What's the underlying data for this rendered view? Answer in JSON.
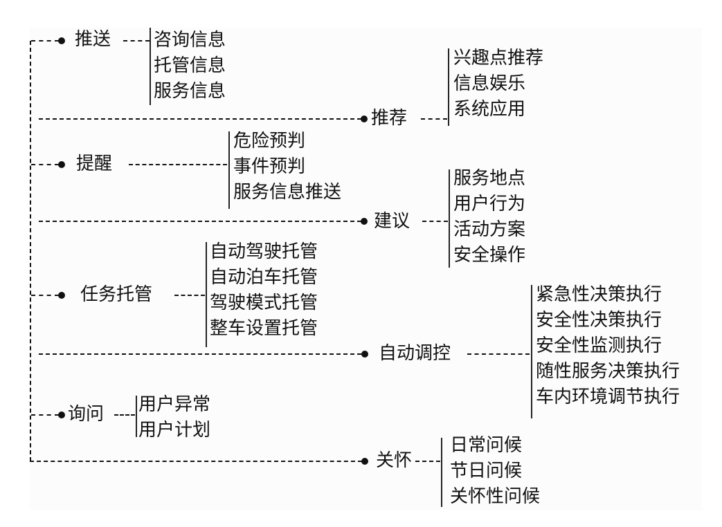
{
  "diagram": {
    "branches": [
      {
        "label": "推送",
        "items": [
          "咨询信息",
          "托管信息",
          "服务信息"
        ]
      },
      {
        "label": "推荐",
        "items": [
          "兴趣点推荐",
          "信息娱乐",
          "系统应用"
        ]
      },
      {
        "label": "提醒",
        "items": [
          "危险预判",
          "事件预判",
          "服务信息推送"
        ]
      },
      {
        "label": "建议",
        "items": [
          "服务地点",
          "用户行为",
          "活动方案",
          "安全操作"
        ]
      },
      {
        "label": "任务托管",
        "items": [
          "自动驾驶托管",
          "自动泊车托管",
          "驾驶模式托管",
          "整车设置托管"
        ]
      },
      {
        "label": "自动调控",
        "items": [
          "紧急性决策执行",
          "安全性决策执行",
          "安全性监测执行",
          "随性服务决策执行",
          "车内环境调节执行"
        ]
      },
      {
        "label": "询问",
        "items": [
          "用户异常",
          "用户计划"
        ]
      },
      {
        "label": "关怀",
        "items": [
          "日常问候",
          "节日问候",
          "关怀性问候"
        ]
      }
    ]
  }
}
